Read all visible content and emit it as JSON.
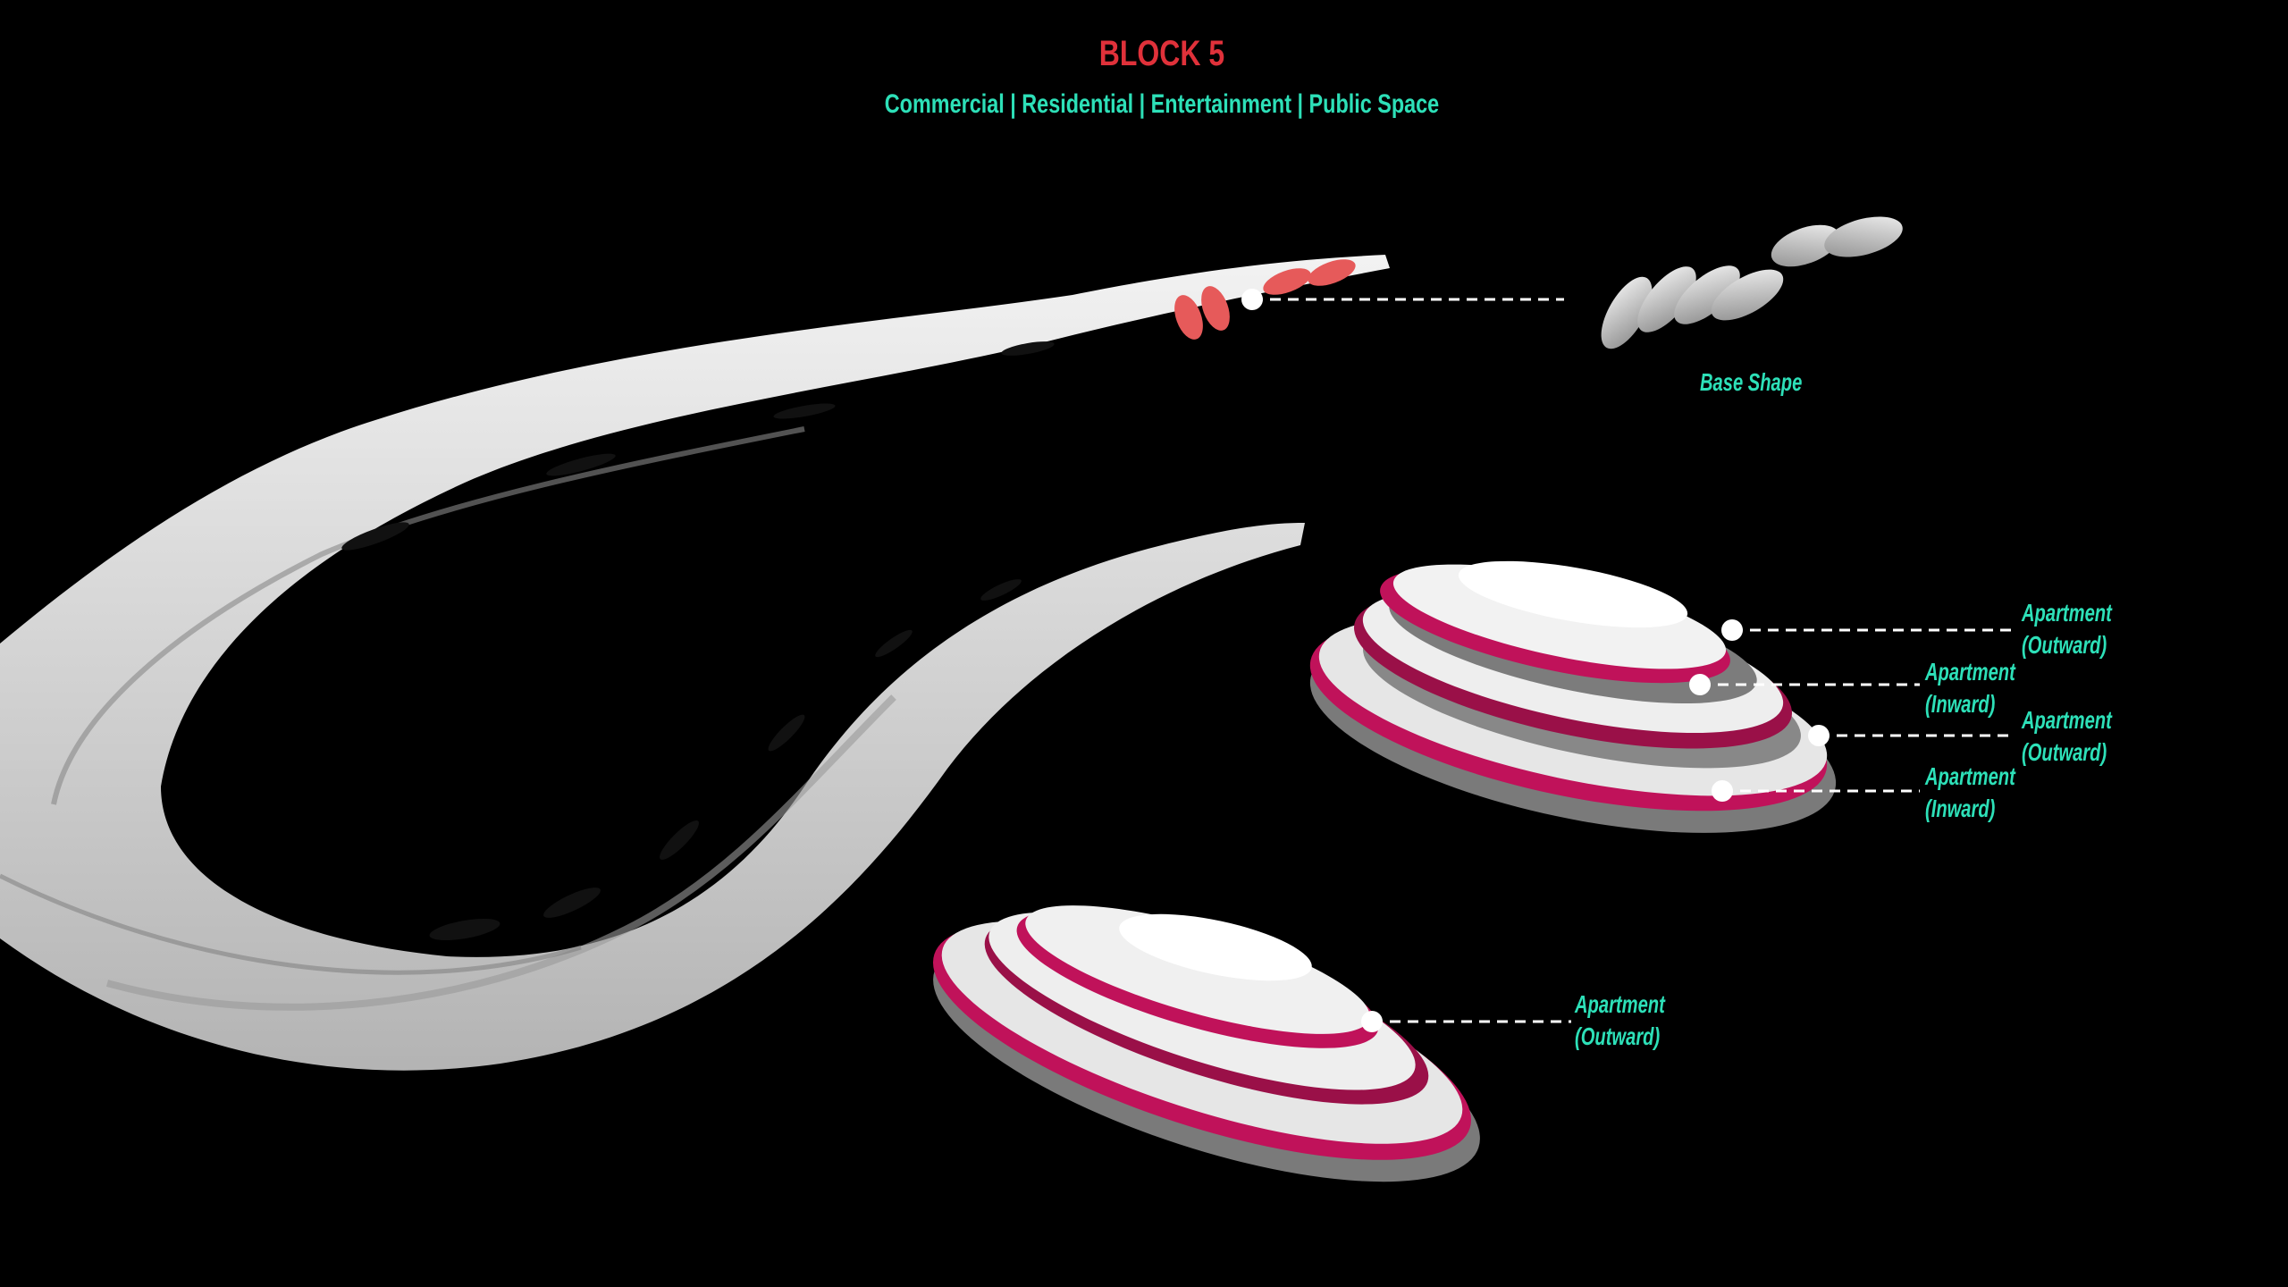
{
  "header": {
    "title": "BLOCK 5",
    "subtitle": "Commercial | Residential | Entertainment | Public Space"
  },
  "annotations": {
    "base_shape": "Base Shape",
    "upper_building": [
      {
        "line1": "Apartment",
        "line2": "(Outward)"
      },
      {
        "line1": "Apartment",
        "line2": "(Inward)"
      },
      {
        "line1": "Apartment",
        "line2": "(Outward)"
      },
      {
        "line1": "Apartment",
        "line2": "(Inward)"
      }
    ],
    "lower_building": {
      "line1": "Apartment",
      "line2": "(Outward)"
    }
  },
  "colors": {
    "title": "#e0313a",
    "label": "#2de0b8",
    "accent_magenta": "#c0125a",
    "highlight_red": "#e65a5a"
  }
}
